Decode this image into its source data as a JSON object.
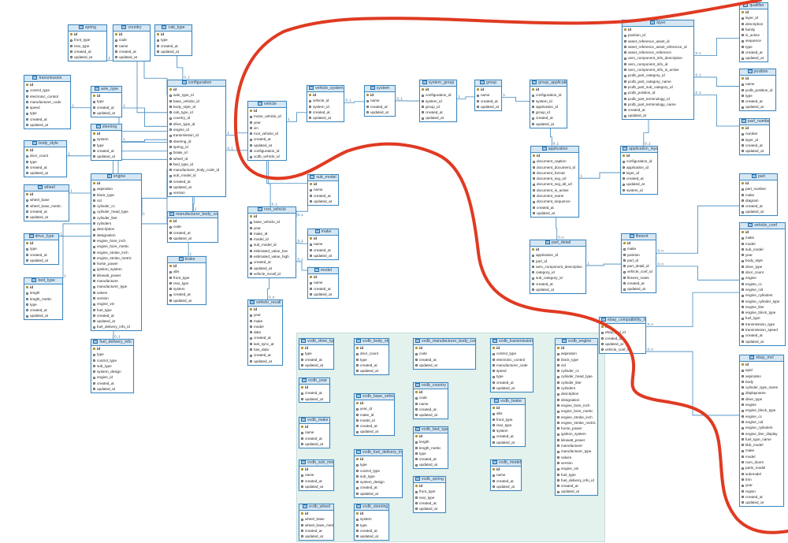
{
  "colors": {
    "table_border": "#3f88bf",
    "table_header": "#d6e7f4",
    "connector": "#3f88bf",
    "vcdb_panel": "#e4f2ee",
    "annotation": "#e03a22"
  },
  "tables": [
    {
      "id": "spring",
      "name": "spring",
      "columns": [
        "id",
        "front_type",
        "rear_type",
        "created_at",
        "updated_at"
      ]
    },
    {
      "id": "country",
      "name": "country",
      "columns": [
        "id",
        "code",
        "name",
        "created_at",
        "updated_at"
      ]
    },
    {
      "id": "cab_type",
      "name": "cab_type",
      "columns": [
        "id",
        "type",
        "created_at",
        "updated_at"
      ]
    },
    {
      "id": "transmission",
      "name": "transmission",
      "columns": [
        "id",
        "control_type",
        "electronic_control",
        "manufacturer_code",
        "speed",
        "type",
        "created_at",
        "updated_at"
      ]
    },
    {
      "id": "axle_type",
      "name": "axle_type",
      "columns": [
        "id",
        "type",
        "created_at",
        "updated_at"
      ]
    },
    {
      "id": "steering",
      "name": "steering",
      "columns": [
        "id",
        "system",
        "type",
        "created_at",
        "updated_at"
      ]
    },
    {
      "id": "body_style",
      "name": "body_style",
      "columns": [
        "id",
        "door_count",
        "type",
        "created_at",
        "updated_at"
      ]
    },
    {
      "id": "wheel",
      "name": "wheel",
      "columns": [
        "id",
        "wheel_base",
        "wheel_base_metric",
        "created_at",
        "updated_at"
      ]
    },
    {
      "id": "drive_type",
      "name": "drive_type",
      "columns": [
        "id",
        "type",
        "created_at",
        "updated_at"
      ]
    },
    {
      "id": "bed_type",
      "name": "bed_type",
      "columns": [
        "id",
        "length",
        "length_metric",
        "type",
        "created_at",
        "updated_at"
      ]
    },
    {
      "id": "engine",
      "name": "engine",
      "columns": [
        "id",
        "aspiration",
        "block_type",
        "cid",
        "cylinder_cc",
        "cylinder_head_type",
        "cylinder_liter",
        "cylinders",
        "description",
        "designation",
        "engine_bore_inch",
        "engine_bore_metric",
        "engine_stroke_inch",
        "engine_stroke_metric",
        "horse_power",
        "ignition_system",
        "kilowatt_power",
        "manufacturer",
        "manufacturer_type",
        "valves",
        "version",
        "engine_vin",
        "fuel_type",
        "created_at",
        "updated_at",
        "fuel_delivery_info_id"
      ]
    },
    {
      "id": "fuel_delivery_info",
      "name": "fuel_delivery_info",
      "columns": [
        "id",
        "type",
        "control_type",
        "sub_type",
        "system_design",
        "engine_id",
        "created_at",
        "updated_at"
      ]
    },
    {
      "id": "configuration",
      "name": "configuration",
      "columns": [
        "id",
        "axle_type_id",
        "base_vehicle_id",
        "body_style_id",
        "cab_type_id",
        "country_id",
        "drive_type_id",
        "engine_id",
        "transmission_id",
        "steering_id",
        "spring_id",
        "brake_id",
        "wheel_id",
        "bed_type_id",
        "manufacturer_body_code_id",
        "sub_model_id",
        "created_at",
        "updated_at",
        "version"
      ]
    },
    {
      "id": "manufacturer_body_code",
      "name": "manufacturer_body_code",
      "columns": [
        "id",
        "code",
        "created_at",
        "updated_at"
      ]
    },
    {
      "id": "brake",
      "name": "brake",
      "columns": [
        "id",
        "abs",
        "front_type",
        "rear_type",
        "system",
        "created_at",
        "updated_at"
      ]
    },
    {
      "id": "vehicle",
      "name": "vehicle",
      "columns": [
        "id",
        "motor_vehicle_id",
        "year",
        "vin",
        "root_vehicle_id",
        "created_at",
        "updated_at",
        "configuration_id",
        "vcdb_vehicle_id"
      ]
    },
    {
      "id": "vehicle_system",
      "name": "vehicle_system",
      "columns": [
        "id",
        "vehicle_id",
        "system_id",
        "created_at",
        "updated_at"
      ]
    },
    {
      "id": "system",
      "name": "system",
      "columns": [
        "id",
        "name",
        "created_at",
        "updated_at"
      ]
    },
    {
      "id": "system_group",
      "name": "system_group",
      "columns": [
        "id",
        "configuration_id",
        "system_id",
        "group_id",
        "created_at",
        "updated_at"
      ]
    },
    {
      "id": "group",
      "name": "group",
      "columns": [
        "id",
        "name",
        "created_at",
        "updated_at"
      ]
    },
    {
      "id": "group_application",
      "name": "group_application",
      "columns": [
        "id",
        "configuration_id",
        "system_id",
        "application_id",
        "group_id",
        "created_at",
        "updated_at"
      ]
    },
    {
      "id": "sub_model",
      "name": "sub_model",
      "columns": [
        "id",
        "name",
        "created_at",
        "updated_at"
      ]
    },
    {
      "id": "root_vehicle",
      "name": "root_vehicle",
      "columns": [
        "id",
        "base_vehicle_id",
        "year",
        "make_id",
        "model_id",
        "sub_model_id",
        "estimated_value_low",
        "estimated_value_high",
        "created_at",
        "updated_at",
        "vehicle_recall_id"
      ]
    },
    {
      "id": "make",
      "name": "make",
      "columns": [
        "id",
        "name",
        "created_at",
        "updated_at"
      ]
    },
    {
      "id": "model",
      "name": "model",
      "columns": [
        "id",
        "name",
        "created_at",
        "updated_at"
      ]
    },
    {
      "id": "vehicle_recall",
      "name": "vehicle_recall",
      "columns": [
        "id",
        "year",
        "make",
        "model",
        "data",
        "created_at",
        "last_sync_at",
        "has_data",
        "created_at",
        "updated_at"
      ]
    },
    {
      "id": "application",
      "name": "application",
      "columns": [
        "id",
        "document_caption",
        "document_document_id",
        "document_format",
        "document_svg_url",
        "document_svg_alt_url",
        "document_is_active",
        "document_name",
        "document_sequence",
        "created_at",
        "updated_at"
      ]
    },
    {
      "id": "application_layer",
      "name": "application_layer",
      "columns": [
        "id",
        "configuration_id",
        "application_id",
        "layer_id",
        "created_at",
        "updated_at",
        "system_id"
      ]
    },
    {
      "id": "layer",
      "name": "layer",
      "columns": [
        "id",
        "position_id",
        "asset_reference_asset_id",
        "asset_reference_asset_reference_id",
        "asset_reference_reference",
        "oem_component_info_description",
        "oem_component_info_id",
        "oem_component_info_is_active",
        "pcdb_part_category_id",
        "pcdb_part_category_name",
        "pcdb_part_sub_category_id",
        "pcdb_position_id",
        "pcdb_part_terminology_id",
        "pcdb_part_terminology_name",
        "created_at",
        "updated_at"
      ]
    },
    {
      "id": "qualifier",
      "name": "qualifier",
      "columns": [
        "id",
        "layer_id",
        "description",
        "family",
        "is_active",
        "sequence",
        "type",
        "created_at",
        "updated_at"
      ]
    },
    {
      "id": "position",
      "name": "position",
      "columns": [
        "id",
        "name",
        "pcdb_position_id",
        "type",
        "created_at",
        "updated_at"
      ]
    },
    {
      "id": "part_number",
      "name": "part_number",
      "columns": [
        "id",
        "number",
        "layer_id",
        "created_at",
        "updated_at"
      ]
    },
    {
      "id": "part",
      "name": "part",
      "columns": [
        "id",
        "part_number",
        "make",
        "diagram",
        "created_at",
        "updated_at"
      ]
    },
    {
      "id": "part_detail",
      "name": "part_detail",
      "columns": [
        "id",
        "application_id",
        "part_id",
        "oem_component_description",
        "category_id",
        "sub_category_id",
        "created_at",
        "updated_at"
      ]
    },
    {
      "id": "fitment",
      "name": "fitment",
      "columns": [
        "id",
        "make",
        "position",
        "part_id",
        "part_detail_id",
        "vehicle_conf_id",
        "fitment_notes",
        "created_at",
        "updated_at"
      ]
    },
    {
      "id": "vehicle_conf",
      "name": "vehicle_conf",
      "columns": [
        "id",
        "make",
        "model",
        "sub_model",
        "year",
        "body_style",
        "drive_type",
        "door_count",
        "engine",
        "engine_cc",
        "engine_cid",
        "engine_cylinders",
        "engine_cylinder_type",
        "engine_liter",
        "engine_block_type",
        "fuel_type",
        "transmission_type",
        "transmission_speed",
        "created_at",
        "updated_at"
      ]
    },
    {
      "id": "ebay_compatibility_link",
      "name": "ebay_compatibility_link",
      "columns": [
        "id",
        "ebay_mvl_id",
        "created_at",
        "updated_at",
        "vehicle_conf_id"
      ]
    },
    {
      "id": "ebay_mvl",
      "name": "ebay_mvl",
      "columns": [
        "id",
        "epid",
        "aspiration",
        "body",
        "cylinder_type_name",
        "displayname",
        "drive_type",
        "engine",
        "engine_block_type",
        "engine_cc",
        "engine_cid",
        "engine_cylinders",
        "engine_liter_display",
        "fuel_type_name",
        "kbb_model",
        "make",
        "model",
        "num_doors",
        "parts_model",
        "submodel",
        "trim",
        "year",
        "region",
        "created_at",
        "updated_at"
      ]
    },
    {
      "id": "vcdb_drive_type",
      "name": "vcdb_drive_type",
      "columns": [
        "id",
        "type",
        "created_at",
        "updated_at"
      ]
    },
    {
      "id": "vcdb_body_style",
      "name": "vcdb_body_style",
      "columns": [
        "id",
        "door_count",
        "type",
        "created_at",
        "updated_at"
      ]
    },
    {
      "id": "vcdb_manufacturer_body_code",
      "name": "vcdb_manufacturer_body_code",
      "columns": [
        "id",
        "code",
        "created_at",
        "updated_at"
      ]
    },
    {
      "id": "vcdb_transmission",
      "name": "vcdb_transmission",
      "columns": [
        "id",
        "control_type",
        "electronic_control",
        "manufacturer_code",
        "speed",
        "type",
        "created_at",
        "updated_at"
      ]
    },
    {
      "id": "vcdb_engine",
      "name": "vcdb_engine",
      "columns": [
        "id",
        "aspiration",
        "block_type",
        "cid",
        "cylinder_cc",
        "cylinder_head_type",
        "cylinder_liter",
        "cylinders",
        "description",
        "designation",
        "engine_bore_inch",
        "engine_bore_metric",
        "engine_stroke_inch",
        "engine_stroke_metric",
        "horse_power",
        "ignition_system",
        "kilowatt_power",
        "manufacturer",
        "manufacturer_type",
        "valves",
        "version",
        "engine_vin",
        "fuel_type",
        "fuel_delivery_info_id",
        "created_at",
        "updated_at"
      ]
    },
    {
      "id": "vcdb_year",
      "name": "vcdb_year",
      "columns": [
        "id",
        "created_at",
        "updated_at"
      ]
    },
    {
      "id": "vcdb_country",
      "name": "vcdb_country",
      "columns": [
        "id",
        "code",
        "name",
        "created_at",
        "updated_at"
      ]
    },
    {
      "id": "vcdb_brake",
      "name": "vcdb_brake",
      "columns": [
        "id",
        "abs",
        "front_type",
        "rear_type",
        "system",
        "created_at",
        "updated_at"
      ]
    },
    {
      "id": "vcdb_make",
      "name": "vcdb_make",
      "columns": [
        "id",
        "name",
        "created_at",
        "updated_at"
      ]
    },
    {
      "id": "vcdb_base_vehicle",
      "name": "vcdb_base_vehicle",
      "columns": [
        "id",
        "year_id",
        "make_id",
        "model_id",
        "created_at",
        "updated_at"
      ]
    },
    {
      "id": "vcdb_bed_type",
      "name": "vcdb_bed_type",
      "columns": [
        "id",
        "length",
        "length_metric",
        "type",
        "created_at",
        "updated_at"
      ]
    },
    {
      "id": "vcdb_sub_model",
      "name": "vcdb_sub_model",
      "columns": [
        "id",
        "name",
        "created_at",
        "updated_at"
      ]
    },
    {
      "id": "vcdb_fuel_delivery_info",
      "name": "vcdb_fuel_delivery_info",
      "columns": [
        "id",
        "type",
        "control_type",
        "sub_type",
        "system_design",
        "created_at",
        "updated_at"
      ]
    },
    {
      "id": "vcdb_model",
      "name": "vcdb_model",
      "columns": [
        "id",
        "name",
        "created_at",
        "updated_at"
      ]
    },
    {
      "id": "vcdb_spring",
      "name": "vcdb_spring",
      "columns": [
        "id",
        "front_type",
        "rear_type",
        "created_at",
        "updated_at"
      ]
    },
    {
      "id": "vcdb_wheel",
      "name": "vcdb_wheel",
      "columns": [
        "id",
        "wheel_base",
        "wheel_base_metric",
        "created_at",
        "updated_at"
      ]
    },
    {
      "id": "vcdb_steering",
      "name": "vcdb_steering",
      "columns": [
        "id",
        "system",
        "type",
        "created_at",
        "updated_at"
      ]
    }
  ],
  "relations": [
    {
      "from": "configuration",
      "to": "vehicle",
      "from_card": "1",
      "to_card": "0..1"
    },
    {
      "from": "vehicle",
      "to": "vehicle_system",
      "from_card": "1",
      "to_card": "0..1"
    },
    {
      "from": "vehicle_system",
      "to": "system",
      "from_card": "0..1",
      "to_card": "1"
    },
    {
      "from": "system",
      "to": "system_group",
      "from_card": "0..1",
      "to_card": "1"
    },
    {
      "from": "system_group",
      "to": "group",
      "from_card": "1",
      "to_card": "1..n"
    },
    {
      "from": "group",
      "to": "group_application",
      "from_card": "1",
      "to_card": "0..1"
    },
    {
      "from": "group_application",
      "to": "application",
      "from_card": "1",
      "to_card": "0..1"
    },
    {
      "from": "application",
      "to": "application_layer",
      "from_card": "1",
      "to_card": "0..n"
    },
    {
      "from": "layer",
      "to": "application_layer",
      "from_card": "1",
      "to_card": "0..1"
    },
    {
      "from": "layer",
      "to": "qualifier",
      "from_card": "0..1",
      "to_card": "1"
    },
    {
      "from": "layer",
      "to": "position",
      "from_card": "0..1",
      "to_card": "1"
    },
    {
      "from": "layer",
      "to": "part_number",
      "from_card": "0..1",
      "to_card": "1"
    },
    {
      "from": "application",
      "to": "part_detail",
      "from_card": "1",
      "to_card": "0..n"
    },
    {
      "from": "part_detail",
      "to": "fitment",
      "from_card": "1",
      "to_card": "1..n"
    },
    {
      "from": "part",
      "to": "fitment",
      "from_card": "1",
      "to_card": "0..n"
    },
    {
      "from": "vehicle_conf",
      "to": "fitment",
      "from_card": "1",
      "to_card": "0..n"
    },
    {
      "from": "vehicle_conf",
      "to": "ebay_compatibility_link",
      "from_card": "1",
      "to_card": "0..n"
    },
    {
      "from": "ebay_mvl",
      "to": "ebay_compatibility_link",
      "from_card": "1",
      "to_card": "0..n"
    },
    {
      "from": "vehicle",
      "to": "root_vehicle",
      "from_card": "1",
      "to_card": "0..1"
    },
    {
      "from": "root_vehicle",
      "to": "make",
      "from_card": "0..1",
      "to_card": "1"
    },
    {
      "from": "root_vehicle",
      "to": "model",
      "from_card": "0..1",
      "to_card": "1"
    },
    {
      "from": "root_vehicle",
      "to": "sub_model",
      "from_card": "0..1",
      "to_card": "1"
    },
    {
      "from": "root_vehicle",
      "to": "vehicle_recall",
      "from_card": "1",
      "to_card": "0..n"
    },
    {
      "from": "configuration",
      "to": "sub_model",
      "from_card": "0..1",
      "to_card": "1"
    },
    {
      "from": "configuration",
      "to": "manufacturer_body_code",
      "from_card": "0..1",
      "to_card": "1"
    },
    {
      "from": "configuration",
      "to": "brake",
      "from_card": "0..1",
      "to_card": "1"
    },
    {
      "from": "configuration",
      "to": "engine",
      "from_card": "0..1",
      "to_card": "1"
    },
    {
      "from": "configuration",
      "to": "axle_type",
      "from_card": "0..1",
      "to_card": "1"
    },
    {
      "from": "configuration",
      "to": "steering",
      "from_card": "0..1",
      "to_card": "1"
    },
    {
      "from": "configuration",
      "to": "spring",
      "from_card": "0..1",
      "to_card": "1"
    },
    {
      "from": "configuration",
      "to": "country",
      "from_card": "0..1",
      "to_card": "1"
    },
    {
      "from": "configuration",
      "to": "cab_type",
      "from_card": "0..1",
      "to_card": "1"
    },
    {
      "from": "configuration",
      "to": "transmission",
      "from_card": "0..1",
      "to_card": "1"
    },
    {
      "from": "configuration",
      "to": "body_style",
      "from_card": "0..1",
      "to_card": "1"
    },
    {
      "from": "configuration",
      "to": "wheel",
      "from_card": "0..1",
      "to_card": "1"
    },
    {
      "from": "configuration",
      "to": "drive_type",
      "from_card": "0..1",
      "to_card": "1"
    },
    {
      "from": "configuration",
      "to": "bed_type",
      "from_card": "0..1",
      "to_card": "1"
    },
    {
      "from": "engine",
      "to": "fuel_delivery_info",
      "from_card": "1",
      "to_card": "0..1"
    }
  ]
}
